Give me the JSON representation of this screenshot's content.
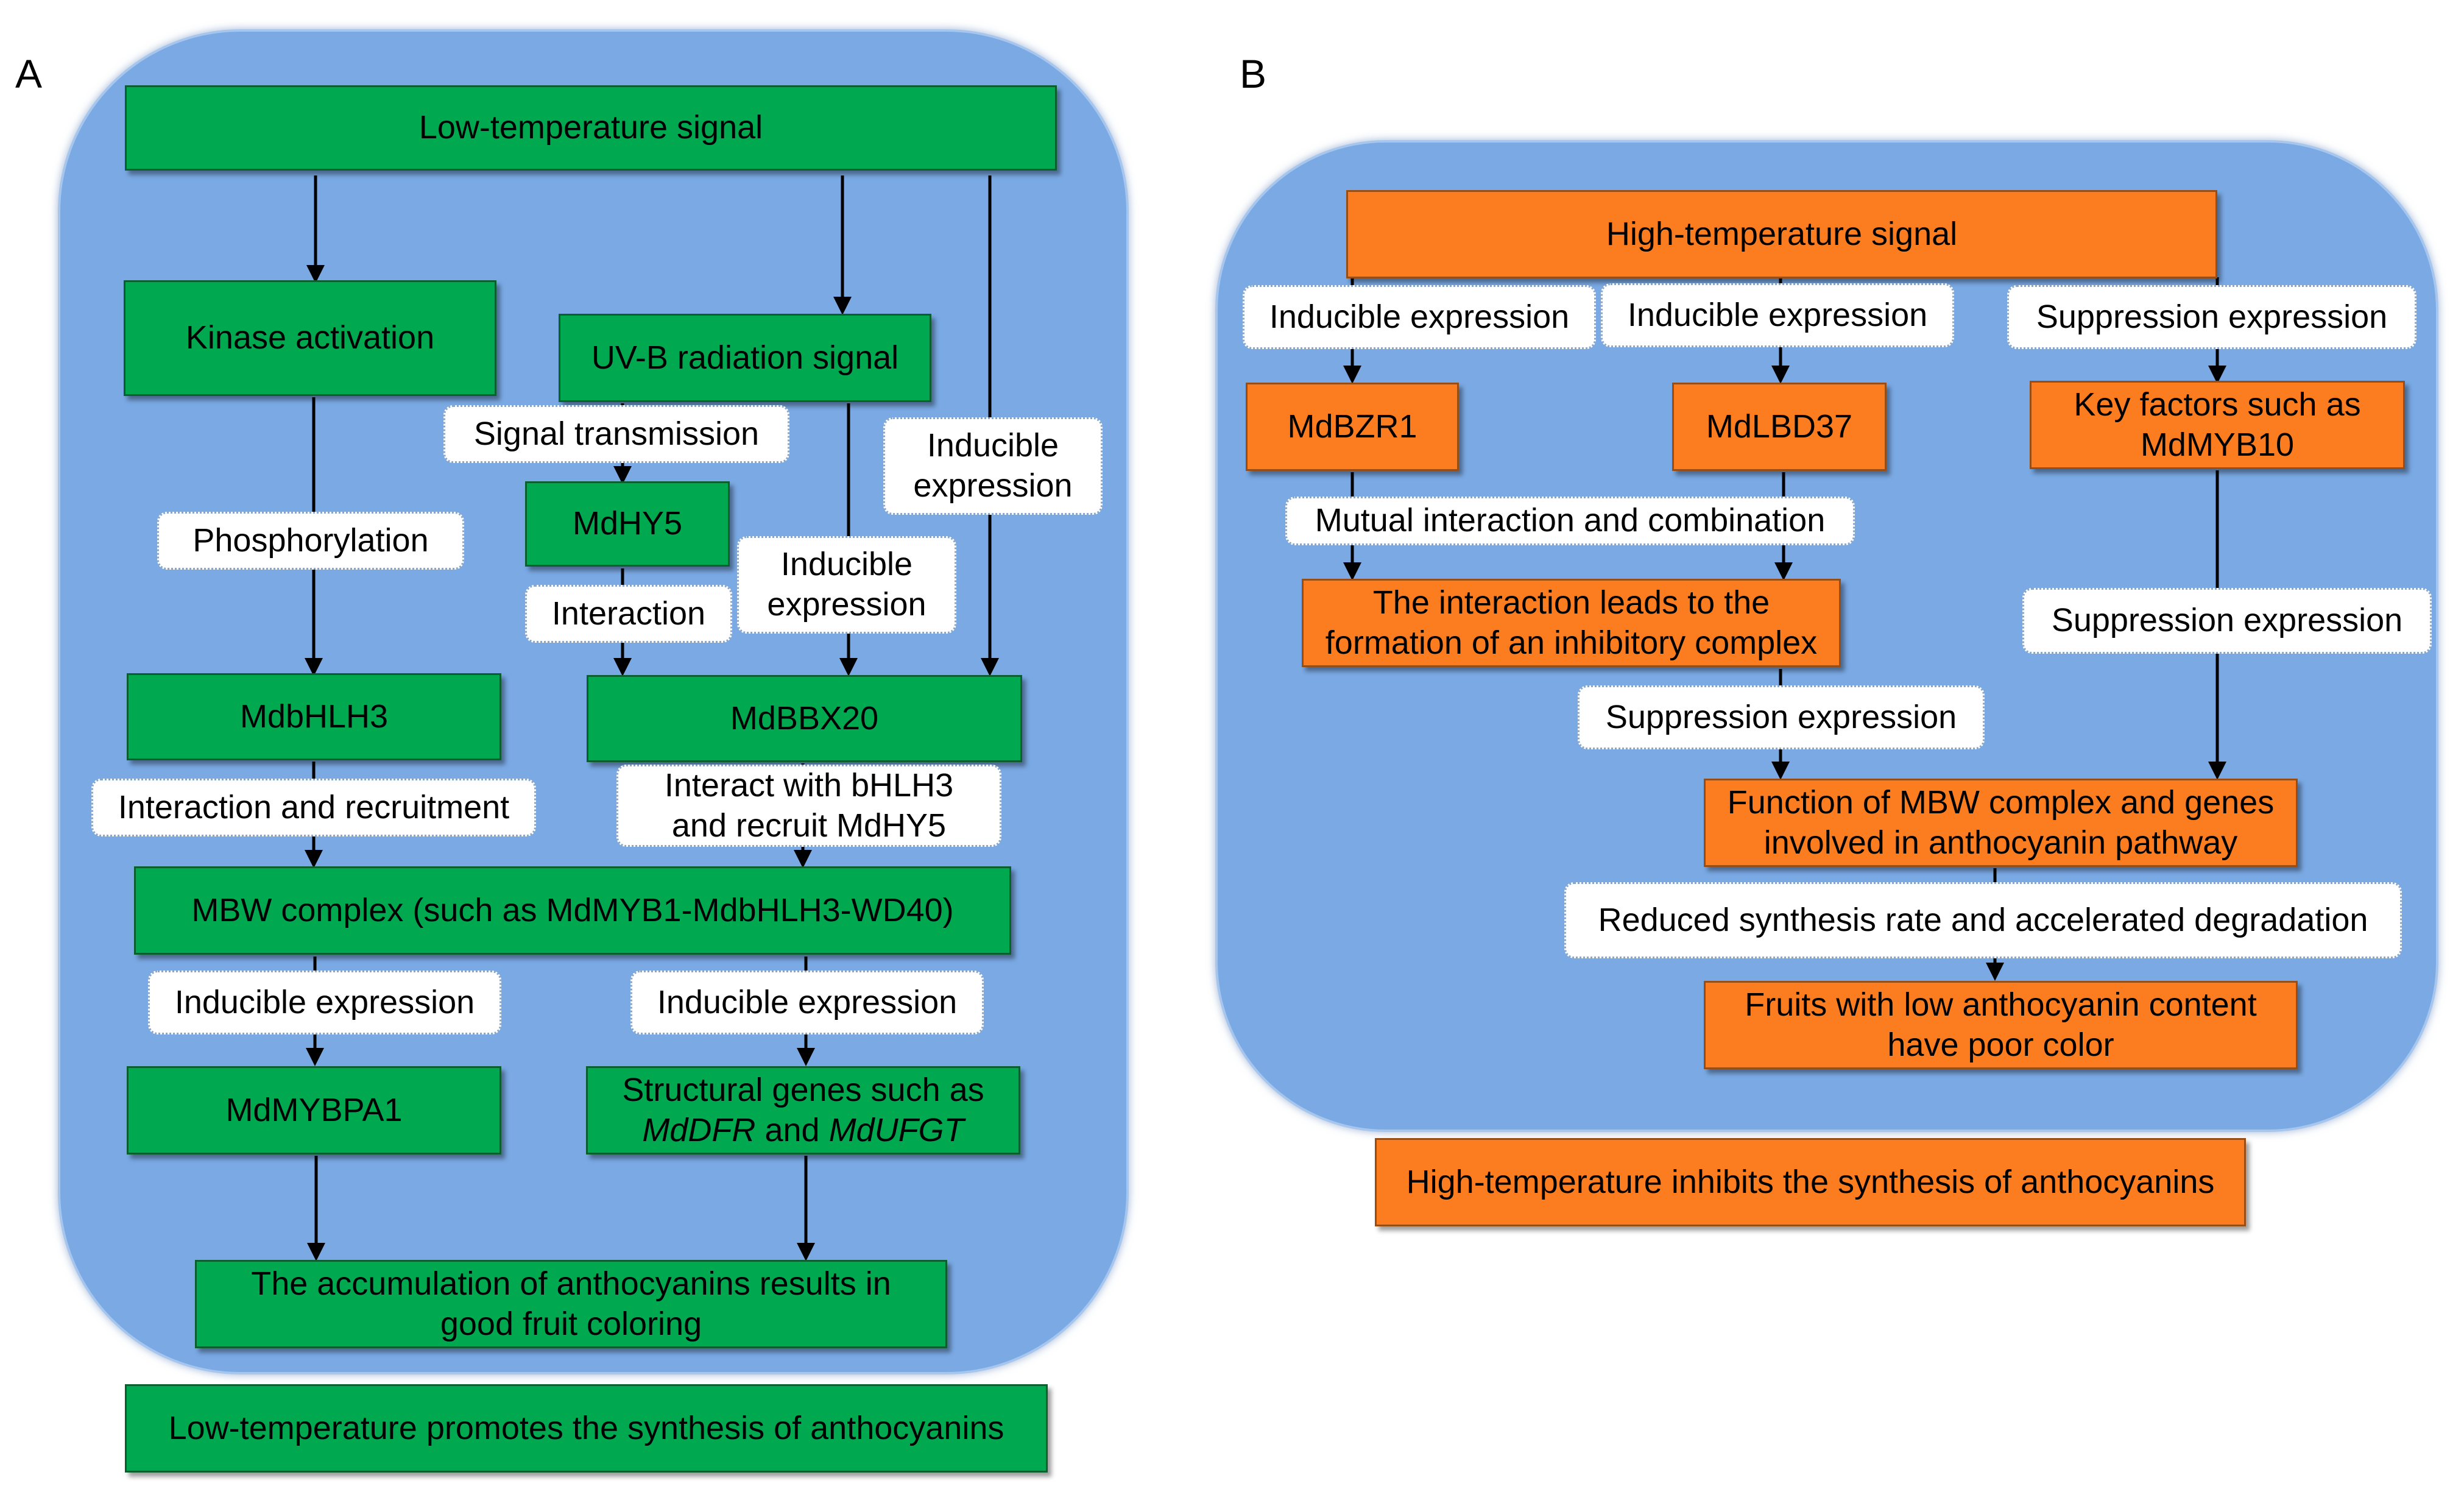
{
  "panel_a": {
    "letter": "A",
    "nodes": {
      "low_temp_signal": "Low-temperature signal",
      "kinase_activation": "Kinase activation",
      "uvb_signal": "UV-B radiation signal",
      "mdhy5": "MdHY5",
      "mdbhlh3": "MdbHLH3",
      "mdbbx20": "MdBBX20",
      "mbw_complex": "MBW complex (such as MdMYB1-MdbHLH3-WD40)",
      "mdmybpa1": "MdMYBPA1",
      "structural_line1": "Structural genes such as",
      "structural_gene1": "MdDFR",
      "structural_and": "and",
      "structural_gene2": "MdUFGT",
      "accumulation_line1": "The accumulation of anthocyanins results in",
      "accumulation_line2": "good fruit coloring",
      "summary": "Low-temperature promotes the synthesis of anthocyanins"
    },
    "labels": {
      "phosphorylation": "Phosphorylation",
      "signal_transmission": "Signal transmission",
      "interaction": "Interaction",
      "inducible_expr_right_l1": "Inducible",
      "inducible_expr_right_l2": "expression",
      "inducible_expr_mid_l1": "Inducible",
      "inducible_expr_mid_l2": "expression",
      "interaction_recruitment": "Interaction and recruitment",
      "interact_bhlh3_l1": "Interact with bHLH3",
      "interact_bhlh3_l2": "and recruit MdHY5",
      "inducible_expr_left": "Inducible expression",
      "inducible_expr_structural": "Inducible expression"
    }
  },
  "panel_b": {
    "letter": "B",
    "nodes": {
      "high_temp_signal": "High-temperature signal",
      "mdbzr1": "MdBZR1",
      "mdlbd37": "MdLBD37",
      "key_factors_l1": "Key factors such as",
      "key_factors_l2": "MdMYB10",
      "inhibitory_l1": "The interaction leads to the",
      "inhibitory_l2": "formation of an inhibitory complex",
      "mbw_function_l1": "Function of MBW complex and genes",
      "mbw_function_l2": "involved in anthocyanin pathway",
      "fruits_l1": "Fruits with low anthocyanin content",
      "fruits_l2": "have poor color",
      "summary": "High-temperature inhibits the synthesis of anthocyanins"
    },
    "labels": {
      "inducible_expr_1": "Inducible expression",
      "inducible_expr_2": "Inducible expression",
      "suppression_expr_1": "Suppression expression",
      "mutual_interaction": "Mutual interaction and combination",
      "suppression_expr_2": "Suppression expression",
      "suppression_expr_3": "Suppression expression",
      "reduced_synthesis": "Reduced synthesis rate and accelerated degradation"
    }
  },
  "colors": {
    "panel_background": "#7aa9e4",
    "green_box": "#00a84f",
    "orange_box": "#fb7d20",
    "label_box": "#ffffff",
    "arrow": "#000000"
  }
}
